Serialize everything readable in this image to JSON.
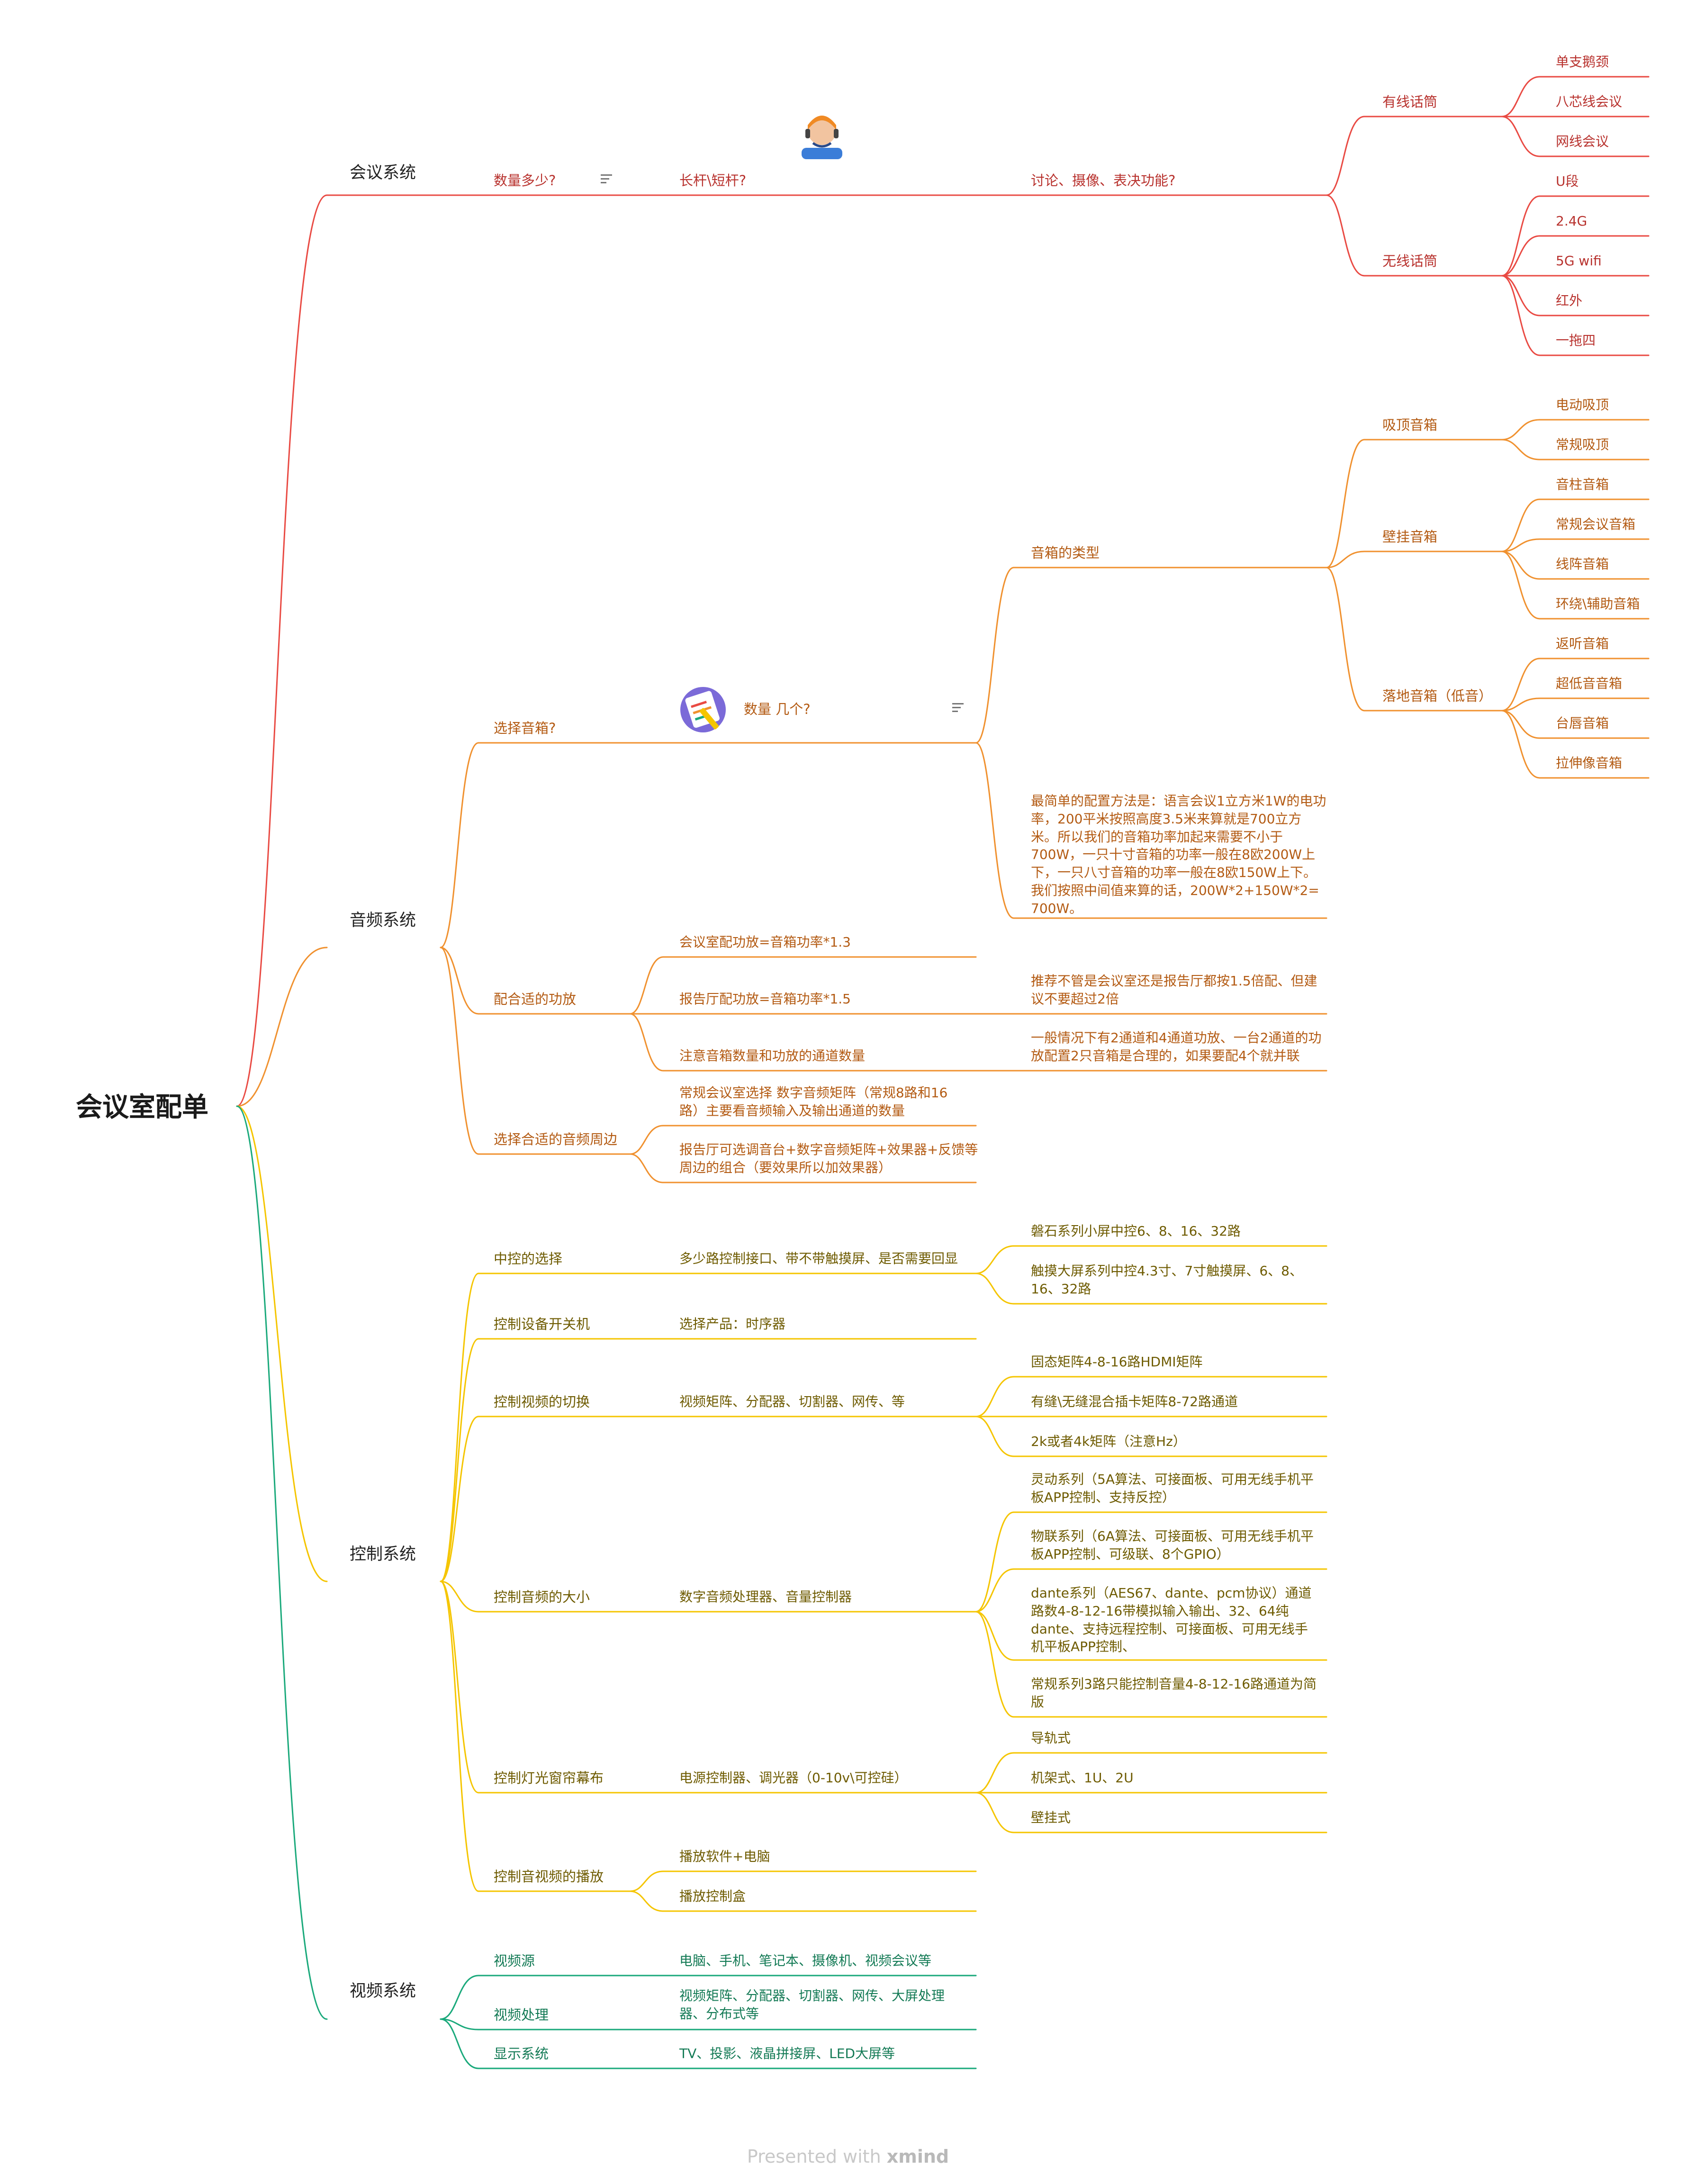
{
  "colors": {
    "meeting": "#e94a43",
    "audio": "#f0912f",
    "control": "#f5c500",
    "video": "#1aa97b"
  },
  "root": {
    "label": "会议室配单"
  },
  "meeting": {
    "label": "会议系统",
    "q1": "数量多少?",
    "q2": "长杆\\短杆?",
    "q3": "讨论、摄像、表决功能?",
    "wired": {
      "label": "有线话筒",
      "items": [
        "单支鹅颈",
        "八芯线会议",
        "网线会议"
      ]
    },
    "wireless": {
      "label": "无线话筒",
      "items": [
        "U段",
        "2.4G",
        "5G wifi",
        "红外",
        "一拖四"
      ]
    }
  },
  "audio": {
    "label": "音频系统",
    "choose": "选择音箱?",
    "count": "数量 几个?",
    "type": "音箱的类型",
    "ceiling": {
      "label": "吸顶音箱",
      "items": [
        "电动吸顶",
        "常规吸顶"
      ]
    },
    "wall": {
      "label": "壁挂音箱",
      "items": [
        "音柱音箱",
        "常规会议音箱",
        "线阵音箱",
        "环绕\\辅助音箱"
      ]
    },
    "floor": {
      "label": "落地音箱（低音）",
      "items": [
        "返听音箱",
        "超低音音箱",
        "台唇音箱",
        "拉伸像音箱"
      ]
    },
    "formula_lines": [
      "最简单的配置方法是：语言会议1立方米1W的电功",
      "率，200平米按照高度3.5米来算就是700立方",
      "米。所以我们的音箱功率加起来需要不小于",
      "700W，一只十寸音箱的功率一般在8欧200W上",
      "下，一只八寸音箱的功率一般在8欧150W上下。",
      "我们按照中间值来算的话，200W*2+150W*2=",
      "700W。"
    ],
    "amp": {
      "label": "配合适的功放",
      "meeting": "会议室配功放=音箱功率*1.3",
      "hall": "报告厅配功放=音箱功率*1.5",
      "channels": "注意音箱数量和功放的通道数量",
      "hall_note_lines": [
        "推荐不管是会议室还是报告厅都按1.5倍配、但建",
        "议不要超过2倍"
      ],
      "channels_note_lines": [
        "一般情况下有2通道和4通道功放、一台2通道的功",
        "放配置2只音箱是合理的，如果要配4个就并联"
      ]
    },
    "peripheral": {
      "label": "选择合适的音频周边",
      "a_lines": [
        "常规会议室选择 数字音频矩阵（常规8路和16",
        "路）主要看音频输入及输出通道的数量"
      ],
      "b_lines": [
        "报告厅可选调音台+数字音频矩阵+效果器+反馈等",
        "周边的组合（要效果所以加效果器）"
      ]
    }
  },
  "control": {
    "label": "控制系统",
    "center": {
      "label": "中控的选择",
      "q": "多少路控制接口、带不带触摸屏、是否需要回显",
      "a": "磐石系列小屏中控6、8、16、32路",
      "b_lines": [
        "触摸大屏系列中控4.3寸、7寸触摸屏、6、8、",
        "16、32路"
      ]
    },
    "power": {
      "label": "控制设备开关机",
      "product": "选择产品：时序器"
    },
    "switch": {
      "label": "控制视频的切换",
      "q": "视频矩阵、分配器、切割器、网传、等",
      "items": [
        "固态矩阵4-8-16路HDMI矩阵",
        "有缝\\无缝混合插卡矩阵8-72路通道",
        "2k或者4k矩阵（注意Hz）"
      ]
    },
    "volume": {
      "label": "控制音频的大小",
      "q": "数字音频处理器、音量控制器",
      "a_lines": [
        "灵动系列（5A算法、可接面板、可用无线手机平",
        "板APP控制、支持反控）"
      ],
      "b_lines": [
        "物联系列（6A算法、可接面板、可用无线手机平",
        "板APP控制、可级联、8个GPIO）"
      ],
      "c_lines": [
        "dante系列（AES67、dante、pcm协议）通道",
        "路数4-8-12-16带模拟输入输出、32、64纯",
        "dante、支持远程控制、可接面板、可用无线手",
        "机平板APP控制、"
      ],
      "d_lines": [
        "常规系列3路只能控制音量4-8-12-16路通道为简",
        "版"
      ]
    },
    "light": {
      "label": "控制灯光窗帘幕布",
      "q": "电源控制器、调光器（0-10v\\可控硅）",
      "items": [
        "导轨式",
        "机架式、1U、2U",
        "壁挂式"
      ]
    },
    "play": {
      "label": "控制音视频的播放",
      "items": [
        "播放软件+电脑",
        "播放控制盒"
      ]
    }
  },
  "video": {
    "label": "视频系统",
    "source": {
      "label": "视频源",
      "q": "电脑、手机、笔记本、摄像机、视频会议等"
    },
    "process": {
      "label": "视频处理",
      "q_lines": [
        "视频矩阵、分配器、切割器、网传、大屏处理",
        "器、分布式等"
      ]
    },
    "display": {
      "label": "显示系统",
      "q": "TV、投影、液晶拼接屏、LED大屏等"
    }
  },
  "footer": {
    "prefix": "Presented with ",
    "brand": "xmind"
  }
}
